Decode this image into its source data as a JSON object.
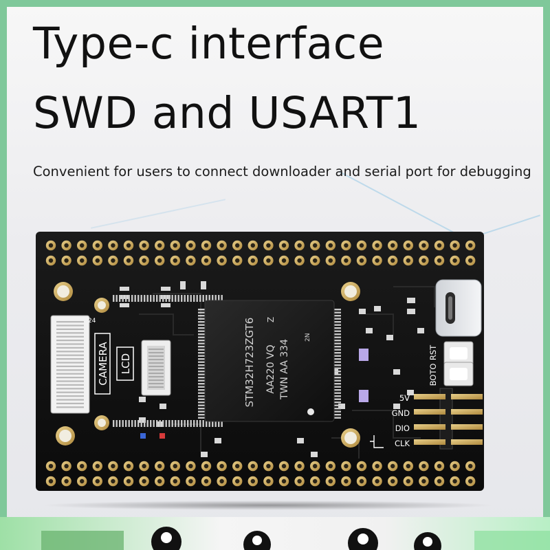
{
  "heading": {
    "line1": "Type-c interface",
    "line2": "SWD and USART1",
    "subtitle": "Convenient for users to connect downloader and serial port for debugging"
  },
  "board": {
    "mcu_lines": [
      "STM32H723ZGT6",
      "AA220 VQ",
      "TWN AA 334"
    ],
    "mcu_mark_z": "Z",
    "mcu_mark_2n": "2N",
    "connector_camera": "CAMERA",
    "connector_lcd": "LCD",
    "connector_camera_pin": "24",
    "button_rst": "RST",
    "button_boot": "BOTO",
    "header_pins": [
      "5V",
      "GND",
      "DIO",
      "CLK"
    ]
  },
  "colors": {
    "pcb": "#111111",
    "gold": "#c9a456",
    "silkscreen": "#ffffff",
    "accent_frame": "#7fc89a"
  },
  "icons": [
    "usb-c-port-icon",
    "tactile-button-icon",
    "pin-header-icon"
  ]
}
